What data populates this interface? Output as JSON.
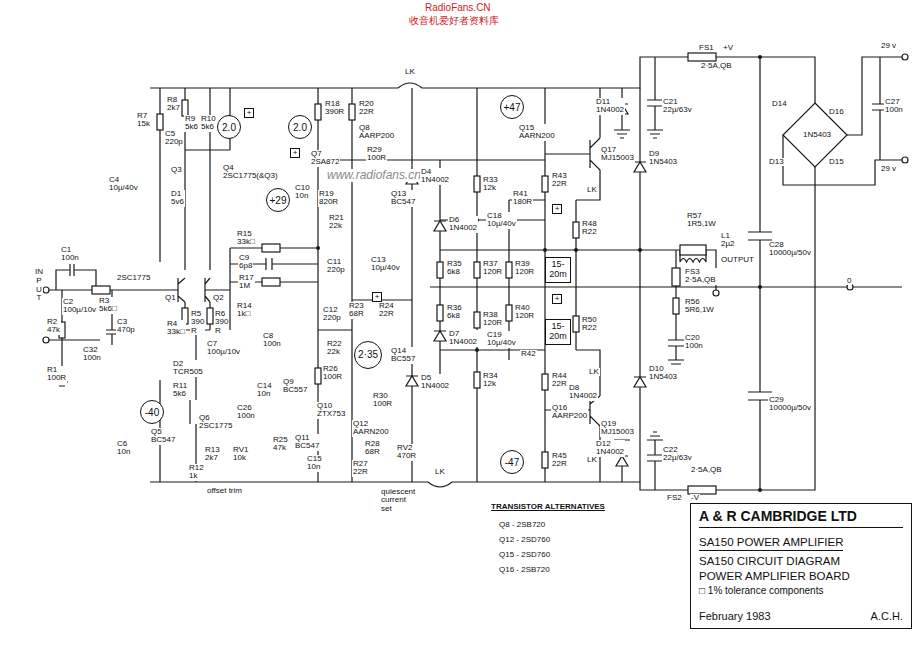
{
  "diagram": {
    "nodes": [
      {
        "text": [
          "2.0"
        ]
      },
      {
        "text": [
          "2.0"
        ]
      },
      {
        "text": [
          "+29"
        ]
      },
      {
        "text": [
          "+47"
        ]
      },
      {
        "text": [
          "2·35"
        ]
      },
      {
        "text": [
          "-40"
        ]
      },
      {
        "text": [
          "-47"
        ]
      },
      {
        "text": [
          "15- 20m"
        ]
      },
      {
        "text": [
          "15- 20m"
        ]
      },
      {
        "text": [
          "A & R CAMBRIDGE LTD",
          "SA150 POWER AMPLIFIER",
          "SA150 CIRCUIT DIAGRAM",
          "POWER AMPLIFIER BOARD",
          "□ 1% tolerance components",
          "February 1983",
          "A.C.H."
        ]
      }
    ],
    "labels": [
      "RadioFans.CN",
      "收音机爱好者资料库",
      "www.radiofans.cn",
      "R7 15k",
      "R8 2k7",
      "C5 220p",
      "R9 5k6",
      "R10 5k6",
      "Q3",
      "Q4 2SC1775(&Q3)",
      "C4 10µ/40v",
      "D1 5v6",
      "R18 390R",
      "R20 22R",
      "Q8 AARP200",
      "LK",
      "Q7 2SA872",
      "R29 100R",
      "C10 10n",
      "R19 820R",
      "D4 1N4002",
      "R33 12k",
      "Q13 BC547",
      "Q15 AARN200",
      "Q17 MJ15003",
      "R43 22R",
      "LK",
      "R41 180R",
      "C18 10µ/40v",
      "R48 R22",
      "D6 1N4002",
      "R21 22k",
      "R15 33k□",
      "C9 6p8",
      "R17 1M",
      "C11 220p",
      "C13 10µ/40v",
      "R35 6k8",
      "R37 120R",
      "R39 120R",
      "C1 100n",
      "C2 100µ/10v",
      "R3 5k6□",
      "2SC1775",
      "Q1",
      "Q2",
      "R14 1k□",
      "R4 33k□",
      "R5 390 R",
      "R6 390 R",
      "C7 100µ/10v",
      "C8 100n",
      "C12 220p",
      "R23 68R",
      "R24 22R",
      "R22 22k",
      "R36 6k8",
      "R38 120R",
      "R40 120R",
      "C19 10µ/40v",
      "R42",
      "D7 1N4002",
      "R50 R22",
      "INPUT",
      "C3 470p",
      "R2 47k",
      "R1 100R",
      "C32 100n",
      "D2 TCR505",
      "R11 5k6",
      "Q6 2SC1775",
      "Q5 BC547",
      "C6 10n",
      "R13 2k7",
      "R12 1k",
      "RV1 10k",
      "offset trim",
      "C14 10n",
      "Q9 BC557",
      "C26 100n",
      "R26 100R",
      "Q10 ZTX753",
      "Q11 BC547",
      "C15 10n",
      "R25 47k",
      "Q12 AARN200",
      "R28 68R",
      "RV2 470R",
      "R27 22R",
      "quiescent current set",
      "LK",
      "R30 100R",
      "Q14 BC557",
      "D5 1N4002",
      "R34 12k",
      "R44 22R",
      "D8 1N4002",
      "LK",
      "Q16 AARP200",
      "Q19 MJ15003",
      "R45 22R",
      "LK",
      "FS1",
      "+V",
      "2·5A,QB",
      "D11 1N4002",
      "C21 22µ/63v",
      "D9 1N5403",
      "29 v",
      "29 v",
      "D14",
      "D16",
      "D13",
      "D15",
      "1N5403",
      "C27 100n",
      "R57 1R5,1W",
      "L1 2µ2",
      "C28 10000µ/50v",
      "FS3 2·5A,QB",
      "OUTPUT",
      "0",
      "R56 5R6,1W",
      "C20 100n",
      "D10 1N5403",
      "C29 10000µ/50v",
      "D12 1N4002",
      "C22 22µ/63v",
      "2·5A,QB",
      "FS2",
      "-V",
      "TRANSISTOR ALTERNATIVES",
      "Q8 - 2SB720",
      "Q12 - 2SD760",
      "Q15 - 2SD760",
      "Q16 - 2SB720",
      "+",
      "+",
      "+",
      "+",
      "+"
    ]
  }
}
